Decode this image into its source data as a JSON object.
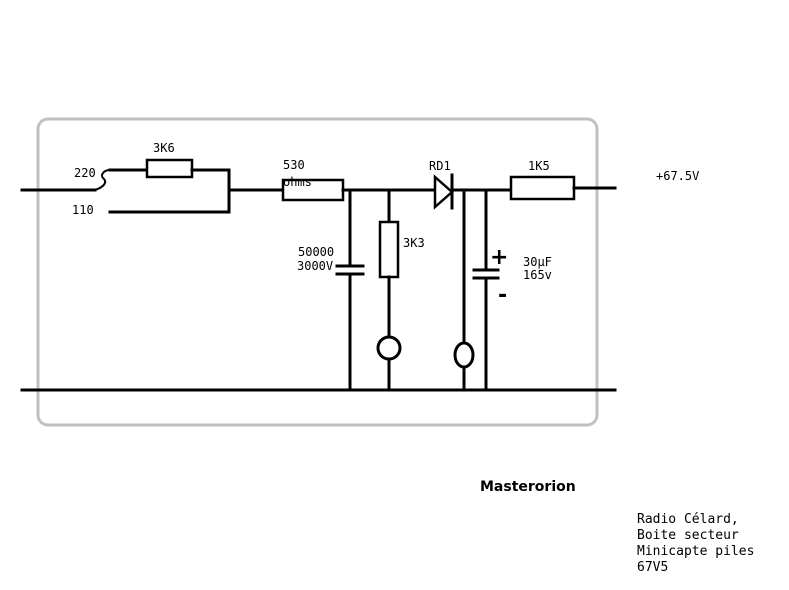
{
  "diagram": {
    "labels": {
      "tap_220": "220",
      "tap_110": "110",
      "resistor_r1": "3K6",
      "resistor_r2_value": "530",
      "resistor_r2_unit": "ohms",
      "diode": "RD1",
      "resistor_r3": "1K5",
      "output_voltage": "+67.5V",
      "cap_c1_value": "50000",
      "cap_c1_voltage": "3000V",
      "resistor_r4": "3K3",
      "cap_c2_value": "30µF",
      "cap_c2_voltage": "165v",
      "plus_sign": "+",
      "minus_sign": "-"
    },
    "signature": "Masterorion",
    "caption": {
      "line1": "Radio Célard,",
      "line2": "Boite secteur",
      "line3": "Minicapte piles",
      "line4": "67V5"
    },
    "colors": {
      "ink": "#000000",
      "frame": "#c0c0c0",
      "background": "#ffffff"
    }
  }
}
